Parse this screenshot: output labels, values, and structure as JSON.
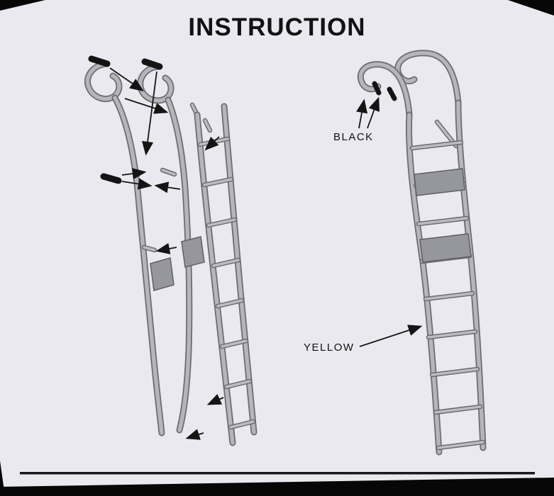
{
  "title": "INSTRUCTION",
  "labels": {
    "black": "BLACK",
    "yellow": "YELLOW"
  },
  "colors": {
    "paper": "#e9e9ef",
    "ink": "#141414",
    "tube_fill": "#b5b5ba",
    "tube_outline": "#6b6b72",
    "step_fill": "#96969d"
  }
}
